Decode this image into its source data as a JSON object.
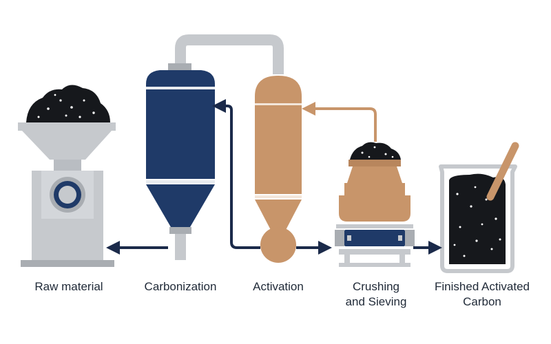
{
  "stages": [
    {
      "id": "raw-material",
      "label_lines": [
        "Raw material"
      ]
    },
    {
      "id": "carbonization",
      "label_lines": [
        "Carbonization"
      ]
    },
    {
      "id": "activation",
      "label_lines": [
        "Activation"
      ]
    },
    {
      "id": "crushing-sieving",
      "label_lines": [
        "Crushing",
        "and Sieving"
      ]
    },
    {
      "id": "finished-carbon",
      "label_lines": [
        "Finished Activated",
        "Carbon"
      ]
    }
  ],
  "colors": {
    "navy": "#1f3a68",
    "copper": "#c8956a",
    "gray": "#c6c9cd",
    "gray_dark": "#a9adb2",
    "arrow": "#1b2a4a",
    "granules": "#16181c",
    "text": "#1f2937"
  },
  "icons": [
    "hopper-grinder-icon",
    "carbonization-furnace-icon",
    "activation-furnace-icon",
    "crusher-sieve-icon",
    "beaker-carbon-icon"
  ]
}
